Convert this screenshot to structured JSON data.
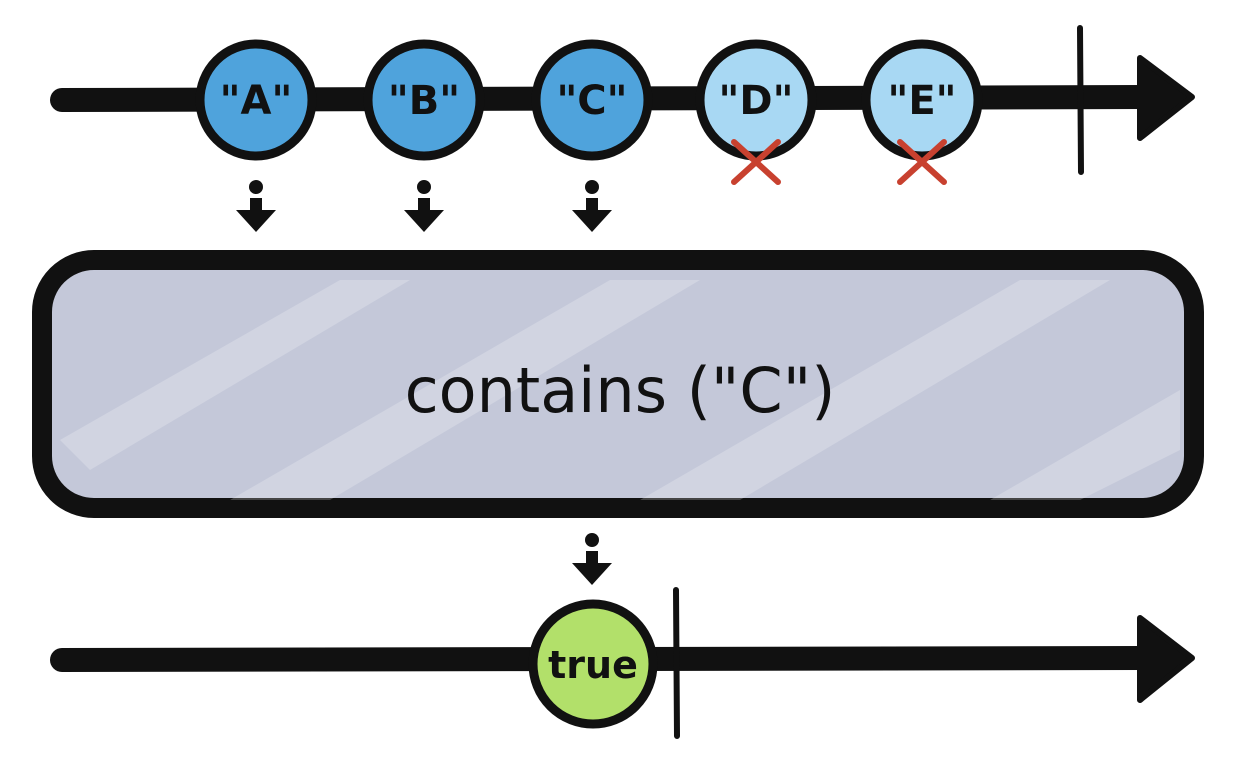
{
  "input_stream": {
    "marbles": [
      {
        "label": "\"A\"",
        "color": "#4fa3dc",
        "dropped": false
      },
      {
        "label": "\"B\"",
        "color": "#4fa3dc",
        "dropped": false
      },
      {
        "label": "\"C\"",
        "color": "#4fa3dc",
        "dropped": false
      },
      {
        "label": "\"D\"",
        "color": "#a8d8f3",
        "dropped": true
      },
      {
        "label": "\"E\"",
        "color": "#a8d8f3",
        "dropped": true
      }
    ],
    "completed": true
  },
  "operator": {
    "label": "contains (\"C\")",
    "fill": "#c4c8d9"
  },
  "output_stream": {
    "marbles": [
      {
        "label": "true",
        "color": "#b2e06a"
      }
    ],
    "completed": true
  },
  "colors": {
    "stroke": "#111111",
    "cross": "#c8412f"
  }
}
